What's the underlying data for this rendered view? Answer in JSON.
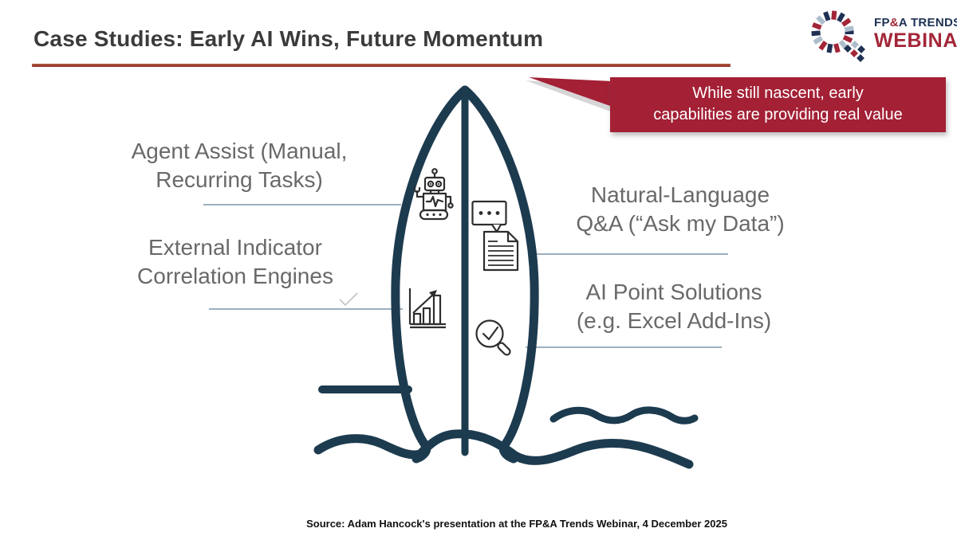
{
  "slide": {
    "title": "Case Studies: Early AI Wins, Future Momentum",
    "source": "Source: Adam Hancock's presentation at the FP&A Trends Webinar, 4 December 2025"
  },
  "logo": {
    "fp": "FP",
    "amp": "&",
    "trends": "A TRENDS",
    "webinar": "WEBINAR"
  },
  "callout": {
    "line1": "While still nascent, early",
    "line2": "capabilities are providing real value"
  },
  "labels": {
    "agent_assist": {
      "line1": "Agent Assist (Manual,",
      "line2": "Recurring Tasks)"
    },
    "external_indicator": {
      "line1": "External Indicator",
      "line2": "Correlation Engines"
    },
    "natural_language": {
      "line1": "Natural-Language",
      "line2": "Q&A (“Ask my Data”)"
    },
    "ai_point": {
      "line1": "AI Point Solutions",
      "line2": "(e.g. Excel Add-Ins)"
    }
  },
  "icons": {
    "robot": "robot-icon",
    "chat_document": "chat-bubble-document-icon",
    "growth_chart": "growth-chart-icon",
    "magnifier_check": "magnifier-check-icon",
    "logo_swirl": "fpa-trends-swirl-icon",
    "checkmark": "checkmark-glyph"
  },
  "colors": {
    "callout_red": "#A32035",
    "title_rule_red": "#9C392C",
    "surfboard_navy": "#1d3b4f",
    "logo_navy": "#1F3254",
    "logo_red": "#A32638",
    "label_gray": "#696969",
    "leader_line_blue": "#7d95a7"
  }
}
